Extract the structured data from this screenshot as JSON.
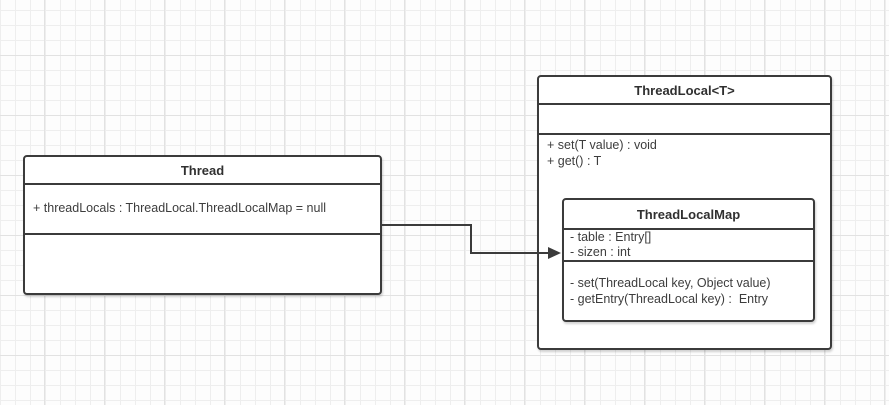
{
  "diagram": {
    "type": "uml-class-diagram",
    "classes": {
      "thread": {
        "name": "Thread",
        "attributes": [
          "+ threadLocals : ThreadLocal.ThreadLocalMap = null"
        ],
        "methods": []
      },
      "threadlocal": {
        "name": "ThreadLocal<T>",
        "attributes": [],
        "methods": [
          "+ set(T value) : void",
          "+ get() : T"
        ]
      },
      "threadlocalmap": {
        "name": "ThreadLocalMap",
        "attributes": [
          "- table : Entry[]",
          "- sizen : int"
        ],
        "methods": [
          "- set(ThreadLocal key, Object value)",
          "- getEntry(ThreadLocal key) :  Entry"
        ]
      }
    },
    "relations": [
      {
        "from": "Thread.threadLocals",
        "to": "ThreadLocalMap",
        "style": "directed-association-arrow"
      }
    ]
  },
  "colors": {
    "line": "#3b3b3b",
    "text": "#3d3d3d",
    "grid-minor": "#eeeeee",
    "grid-major": "#e2e2e2",
    "box-bg": "#ffffff"
  }
}
